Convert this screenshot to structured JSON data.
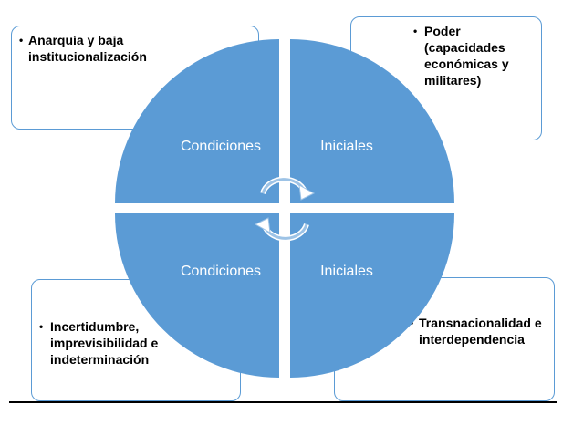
{
  "diagram": {
    "quadrants": [
      {
        "position": "top-left",
        "label": "Condiciones"
      },
      {
        "position": "top-right",
        "label": "Iniciales"
      },
      {
        "position": "bottom-left",
        "label": "Condiciones"
      },
      {
        "position": "bottom-right",
        "label": "Iniciales"
      }
    ],
    "callouts": {
      "top_left": "Anarquía y baja institucionalización",
      "top_right": "Poder (capacidades económicas y militares)",
      "bottom_left": "Incertidumbre, imprevisibilidad e indeterminación",
      "bottom_right": "Transnacionalidad e interdependencia"
    },
    "cycle_icon": "circular-arrows-icon",
    "colors": {
      "fill": "#5b9bd5",
      "border": "#5b9bd5",
      "label_text": "#ffffff"
    }
  }
}
